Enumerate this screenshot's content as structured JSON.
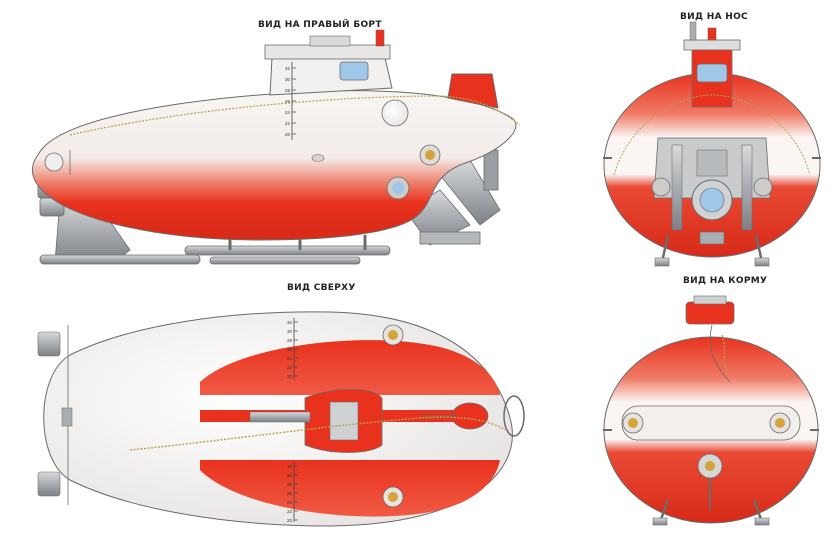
{
  "labels": {
    "side_view": "ВИД НА ПРАВЫЙ БОРТ",
    "front_view": "ВИД НА НОС",
    "top_view": "ВИД СВЕРХУ",
    "stern_view": "ВИД НА КОРМУ"
  },
  "depth_marks": [
    "32",
    "30",
    "28",
    "26",
    "24",
    "22",
    "20"
  ],
  "colors": {
    "hull_red": "#e8321e",
    "hull_white": "#f4f2f0",
    "metal_gray": "#a9acb0",
    "outline": "#6b6b6b",
    "rope": "#b8a24a"
  }
}
